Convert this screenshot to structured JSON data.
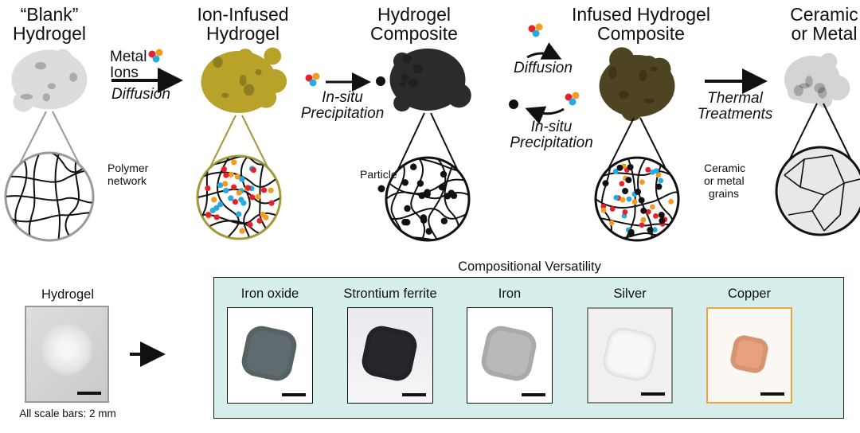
{
  "stages": [
    {
      "title_line1": "“Blank”",
      "title_line2": "Hydrogel",
      "annotation": "Polymer network"
    },
    {
      "title_line1": "Ion-Infused",
      "title_line2": "Hydrogel"
    },
    {
      "title_line1": "Hydrogel",
      "title_line2": "Composite",
      "annotation": "Particle"
    },
    {
      "title_line1": "Infused Hydrogel",
      "title_line2": "Composite"
    },
    {
      "title_line1": "Ceramic",
      "title_line2": "or Metal",
      "annotation_line1": "Ceramic",
      "annotation_line2": "or metal",
      "annotation_line3": "grains"
    }
  ],
  "steps": {
    "metal_ions_line1": "Metal",
    "metal_ions_line2": "Ions",
    "diffusion_1": "Diffusion",
    "precip_1_line1": "In-situ",
    "precip_1_line2": "Precipitation",
    "diffusion_2": "Diffusion",
    "precip_2_line1": "In-situ",
    "precip_2_line2": "Precipitation",
    "thermal_line1": "Thermal",
    "thermal_line2": "Treatments"
  },
  "bottom": {
    "hydrogel_label": "Hydrogel",
    "scale_note": "All scale bars: 2 mm",
    "panel_title": "Compositional Versatility",
    "materials": [
      "Iron oxide",
      "Strontium ferrite",
      "Iron",
      "Silver",
      "Copper"
    ]
  },
  "colors": {
    "ion_red": "#e8202a",
    "ion_orange": "#f39a20",
    "ion_blue": "#27a9e1",
    "ion_infused": "#b8a22a",
    "infused_composite": "#4f4421",
    "panel_bg": "#d6eeec",
    "copper_frame": "#f2a53a"
  }
}
